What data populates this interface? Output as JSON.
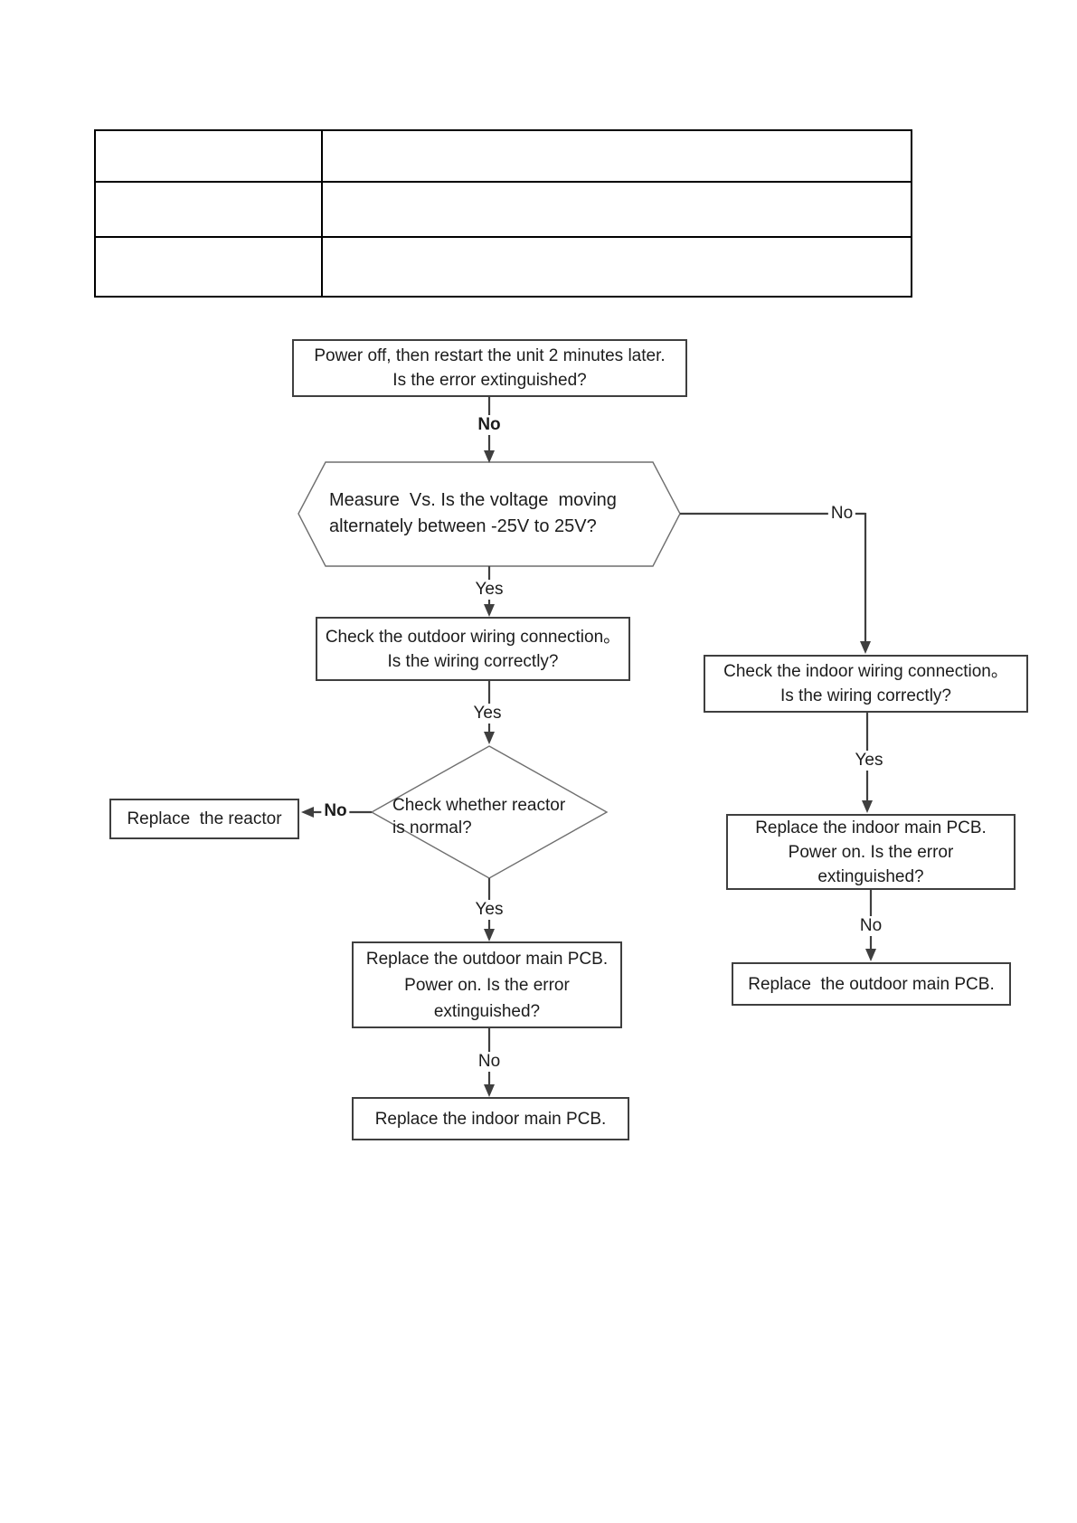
{
  "table": {
    "rows": [
      {
        "cells": [
          "",
          ""
        ]
      },
      {
        "cells": [
          "",
          ""
        ]
      },
      {
        "cells": [
          "",
          ""
        ]
      }
    ]
  },
  "flowchart": {
    "nodes": {
      "start": {
        "lines": [
          "Power off, then restart the unit 2 minutes later.",
          "Is the error extinguished?"
        ]
      },
      "measure_vs": {
        "lines": [
          "Measure  Vs. Is the voltage  moving",
          "alternately between -25V to 25V?"
        ]
      },
      "check_outdoor_wiring": {
        "lines": [
          "Check the outdoor wiring connection。",
          "Is the wiring correctly?"
        ]
      },
      "check_reactor": {
        "lines": [
          "Check whether reactor",
          "is normal?"
        ]
      },
      "replace_reactor": {
        "lines": [
          "Replace  the reactor"
        ]
      },
      "replace_outdoor_pcb_question": {
        "lines": [
          "Replace the outdoor main PCB.",
          "Power on. Is the error",
          "extinguished?"
        ]
      },
      "replace_indoor_pcb": {
        "lines": [
          "Replace the indoor main PCB."
        ]
      },
      "check_indoor_wiring": {
        "lines": [
          "Check the indoor wiring connection。",
          "Is the wiring correctly?"
        ]
      },
      "replace_indoor_pcb_question": {
        "lines": [
          "Replace the indoor main PCB.",
          "Power on. Is the error",
          "extinguished?"
        ]
      },
      "replace_outdoor_pcb": {
        "lines": [
          "Replace  the outdoor main PCB."
        ]
      }
    },
    "edges": {
      "start_to_measure": {
        "label": "No"
      },
      "measure_to_indoor_wiring": {
        "label": "No"
      },
      "measure_to_outdoor_wiring": {
        "label": "Yes"
      },
      "outdoor_wiring_to_reactor": {
        "label": "Yes"
      },
      "reactor_to_replace_reactor": {
        "label": "No"
      },
      "reactor_to_outdoor_pcb": {
        "label": "Yes"
      },
      "outdoor_pcb_to_indoor_pcb": {
        "label": "No"
      },
      "indoor_wiring_to_indoor_pcb": {
        "label": "Yes"
      },
      "indoor_pcb_to_outdoor_pcb": {
        "label": "No"
      }
    },
    "colors": {
      "line": "#3f3f3f",
      "box_border": "#3f3f3f",
      "shape_border": "#6f6f6f",
      "table_border": "#000000",
      "text": "#1c1c1c"
    }
  }
}
